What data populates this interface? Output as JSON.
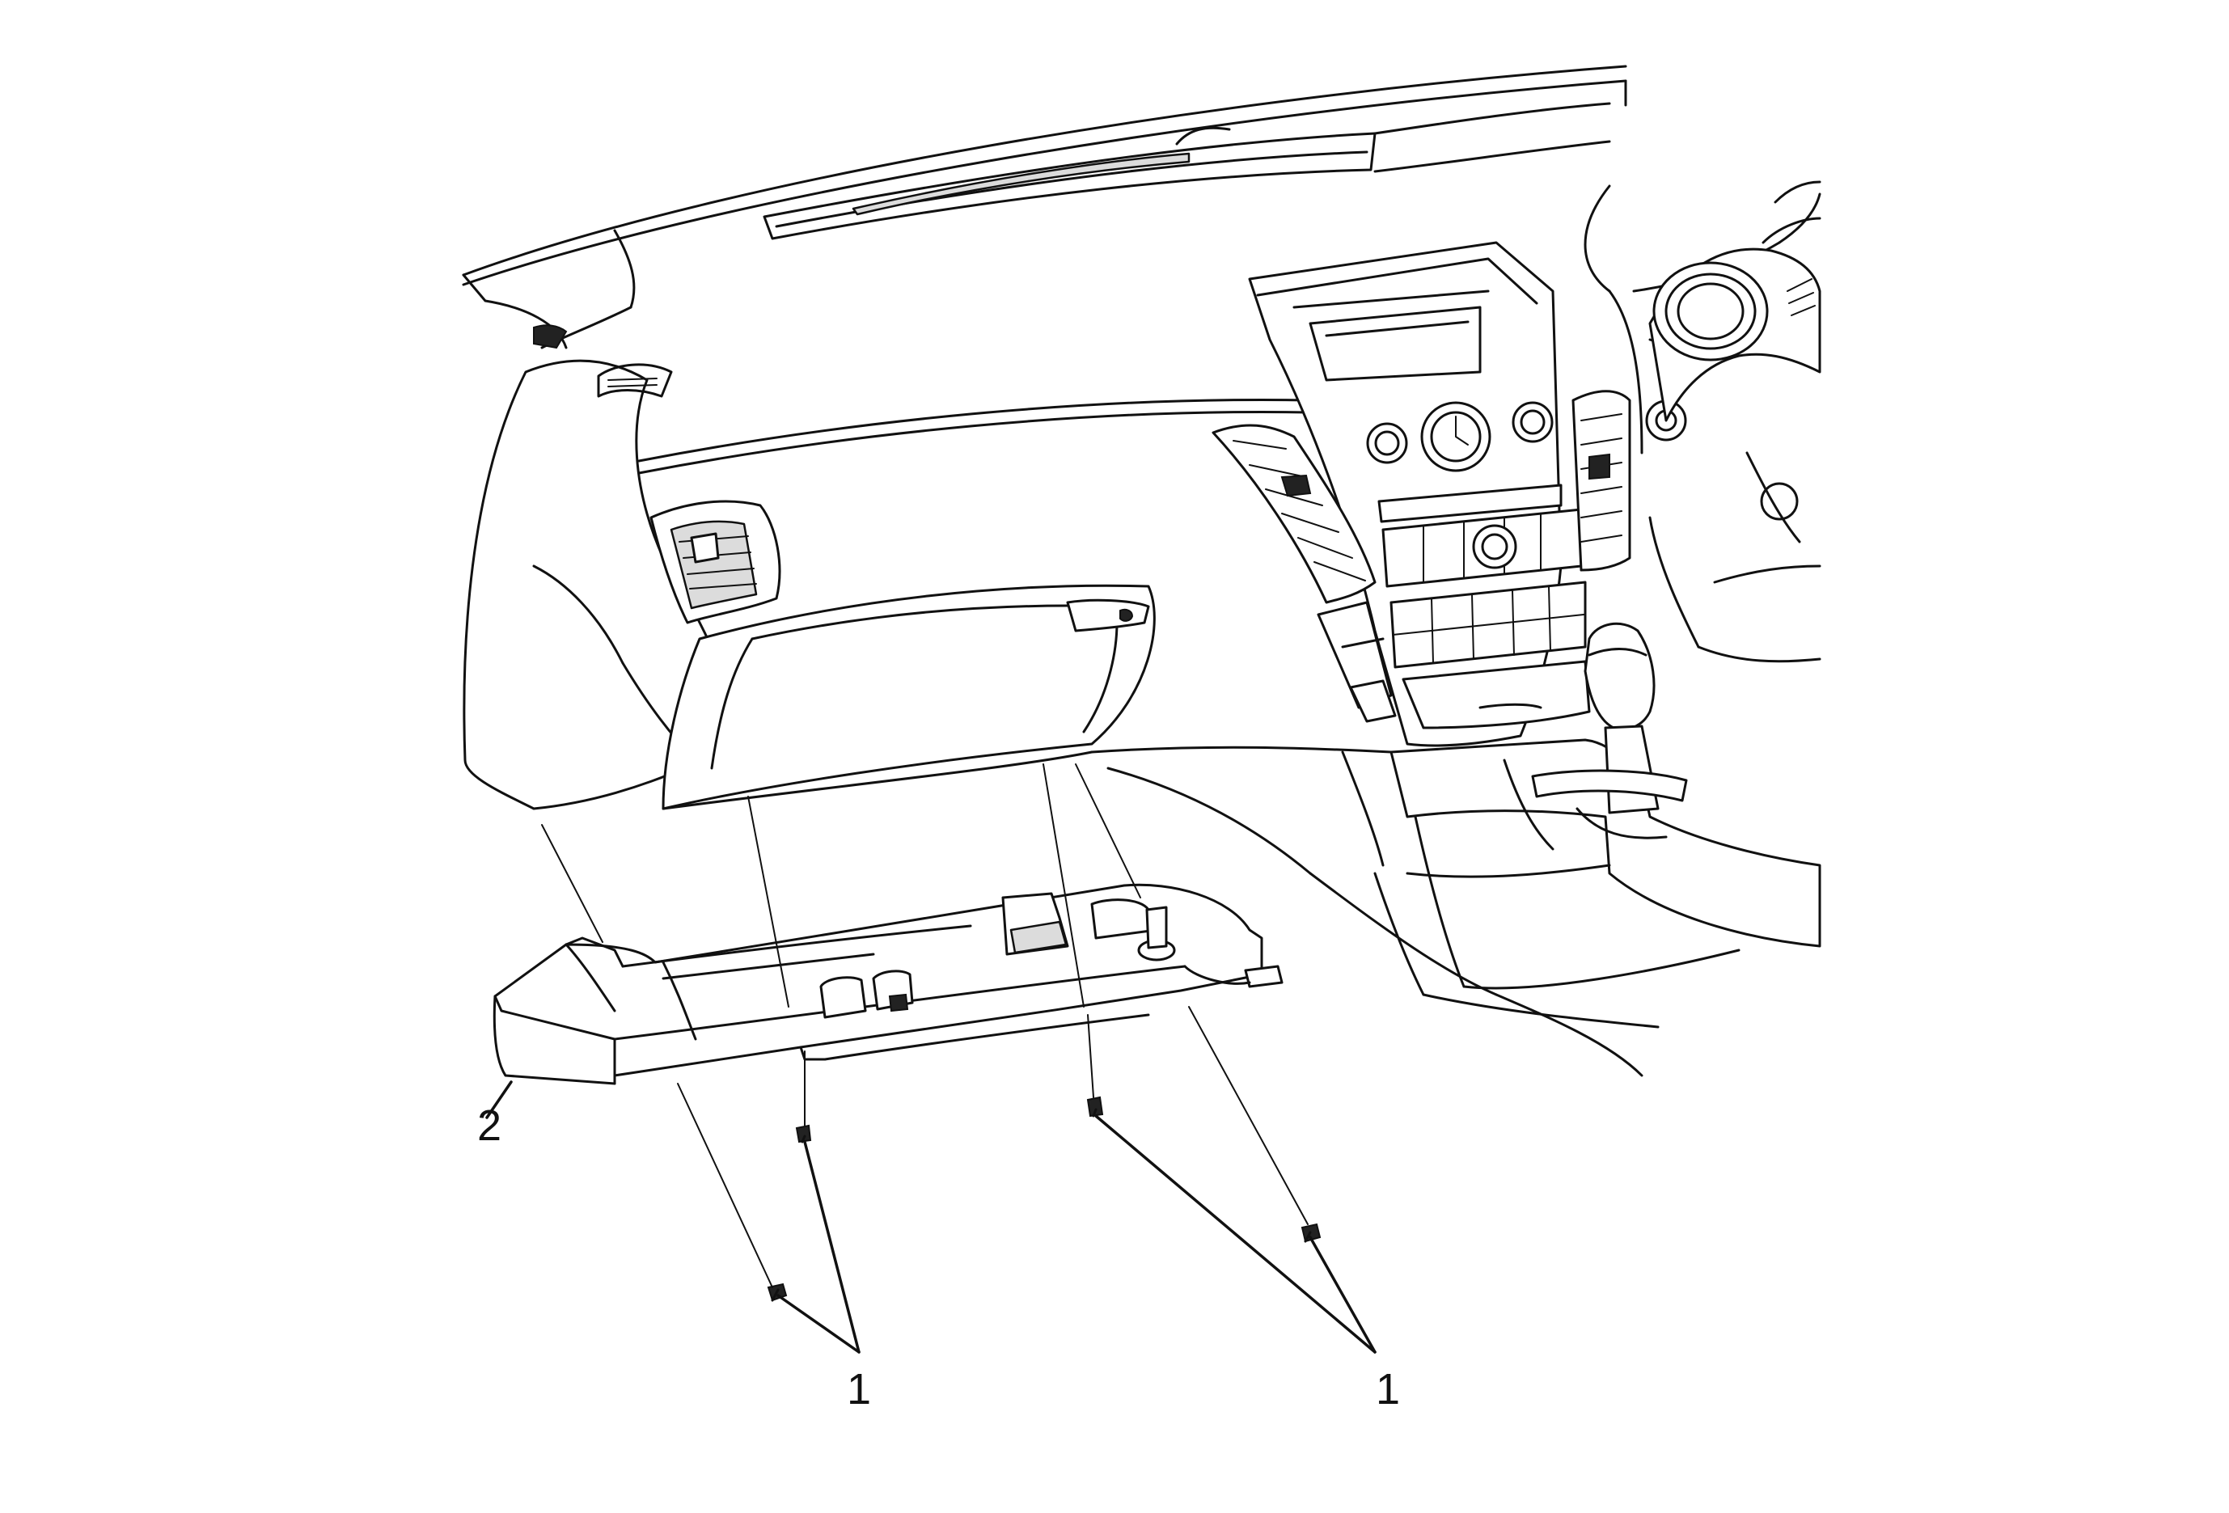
{
  "callouts": [
    {
      "id": "fastener-left",
      "text": "1"
    },
    {
      "id": "fastener-right",
      "text": "1"
    },
    {
      "id": "glove-box-lower-panel",
      "text": "2"
    }
  ]
}
